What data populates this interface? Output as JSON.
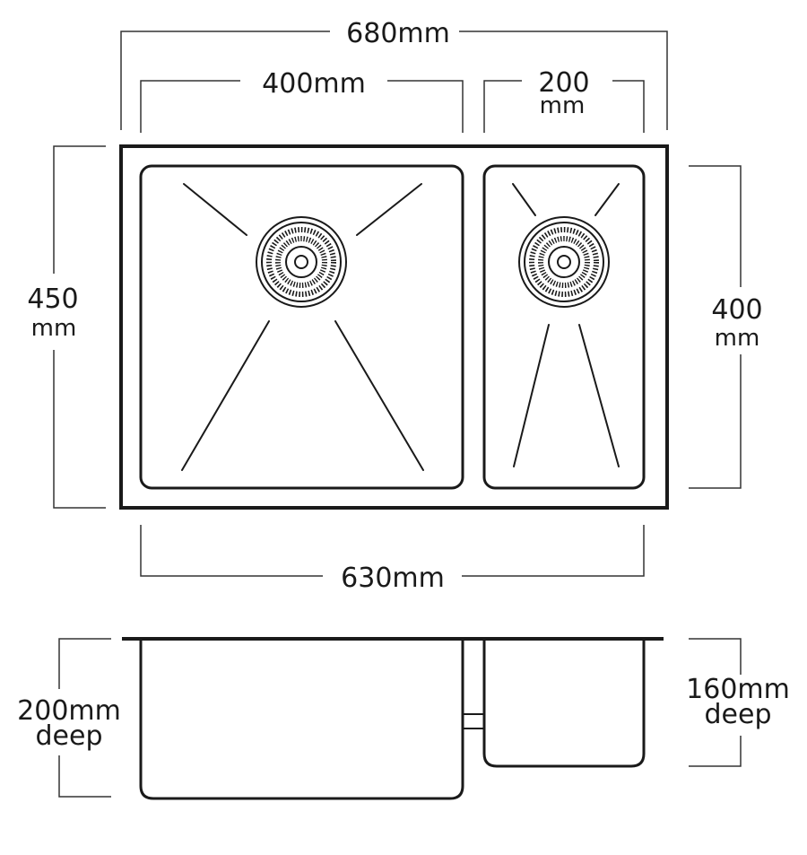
{
  "colors": {
    "line": "#1a1a1a",
    "dimension_line": "#333333",
    "background": "#ffffff"
  },
  "dimensions": {
    "overall_width": "680mm",
    "large_bowl_width": "400mm",
    "small_bowl_width_value": "200",
    "small_bowl_width_unit": "mm",
    "overall_depth_value": "450",
    "overall_depth_unit": "mm",
    "small_bowl_length_value": "400",
    "small_bowl_length_unit": "mm",
    "internal_width": "630mm",
    "large_bowl_depth_value": "200mm",
    "large_bowl_depth_word": "deep",
    "small_bowl_depth_value": "160mm",
    "small_bowl_depth_word": "deep"
  }
}
